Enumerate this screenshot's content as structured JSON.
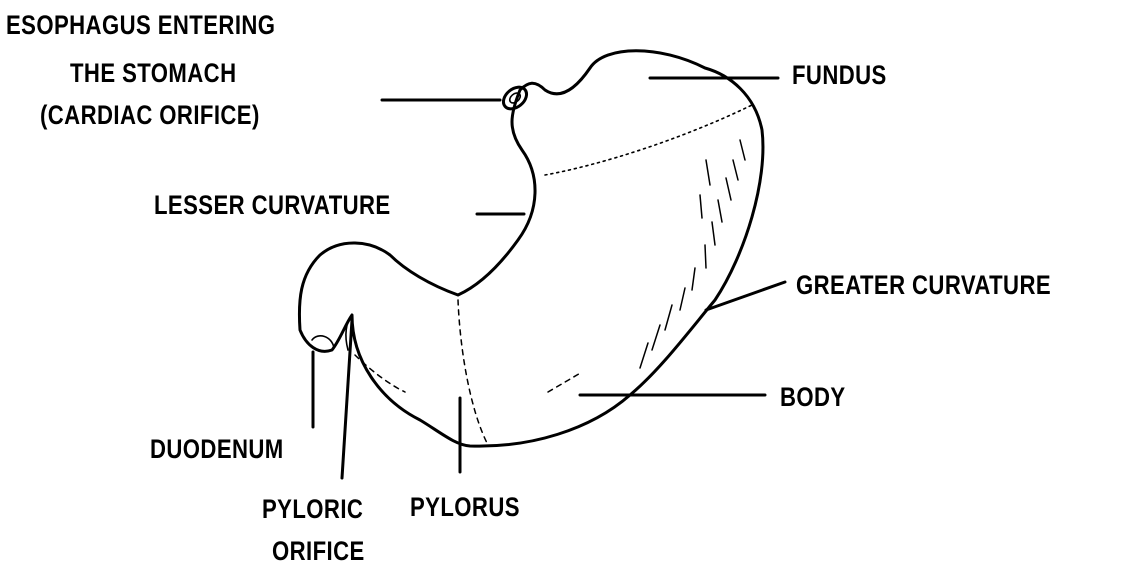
{
  "labels": {
    "esophagus_line1": "ESOPHAGUS ENTERING",
    "esophagus_line2": "THE STOMACH",
    "esophagus_line3": "(CARDIAC ORIFICE)",
    "fundus": "FUNDUS",
    "lesser_curvature": "LESSER CURVATURE",
    "greater_curvature": "GREATER CURVATURE",
    "body": "BODY",
    "duodenum": "DUODENUM",
    "pyloric_orifice_line1": "PYLORIC",
    "pyloric_orifice_line2": "ORIFICE",
    "pylorus": "PYLORUS"
  }
}
